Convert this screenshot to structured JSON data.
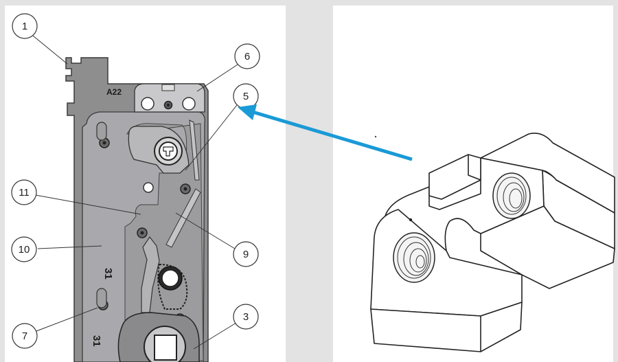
{
  "figure": {
    "left_panel": {
      "part_stamp": "A22",
      "side_marks": [
        "31",
        "31"
      ],
      "callouts": [
        {
          "id": "callout-1",
          "label": "1"
        },
        {
          "id": "callout-6",
          "label": "6"
        },
        {
          "id": "callout-5",
          "label": "5"
        },
        {
          "id": "callout-11",
          "label": "11"
        },
        {
          "id": "callout-10",
          "label": "10"
        },
        {
          "id": "callout-9",
          "label": "9"
        },
        {
          "id": "callout-7",
          "label": "7"
        },
        {
          "id": "callout-3",
          "label": "3"
        }
      ]
    },
    "right_panel": {
      "arrow_color": "#1a9ad6"
    }
  }
}
